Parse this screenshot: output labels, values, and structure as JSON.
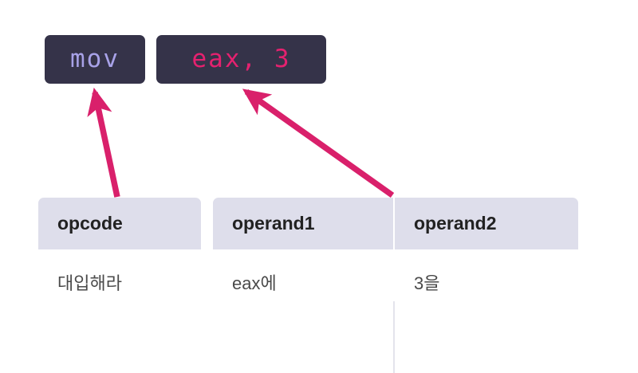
{
  "instruction": {
    "mnemonic_box": {
      "text": "mov",
      "text_color": "#a8a2e8",
      "background": "#353349"
    },
    "operands_box": {
      "text": "eax, 3",
      "text_color": "#e5216f",
      "background": "#353349"
    }
  },
  "arrows": {
    "color": "#d9206b",
    "opcode_arrow_label": "opcode-to-mnemonic-arrow",
    "operand_arrow_label": "operand2-to-operands-arrow"
  },
  "table": {
    "header_background": "#dedeeb",
    "header_text_color": "#222222",
    "body_text_color": "#4a4a4a",
    "columns": [
      {
        "header": "opcode",
        "value": "대입해라"
      },
      {
        "header": "operand1",
        "value": "eax에"
      },
      {
        "header": "operand2",
        "value": "3을"
      }
    ]
  }
}
